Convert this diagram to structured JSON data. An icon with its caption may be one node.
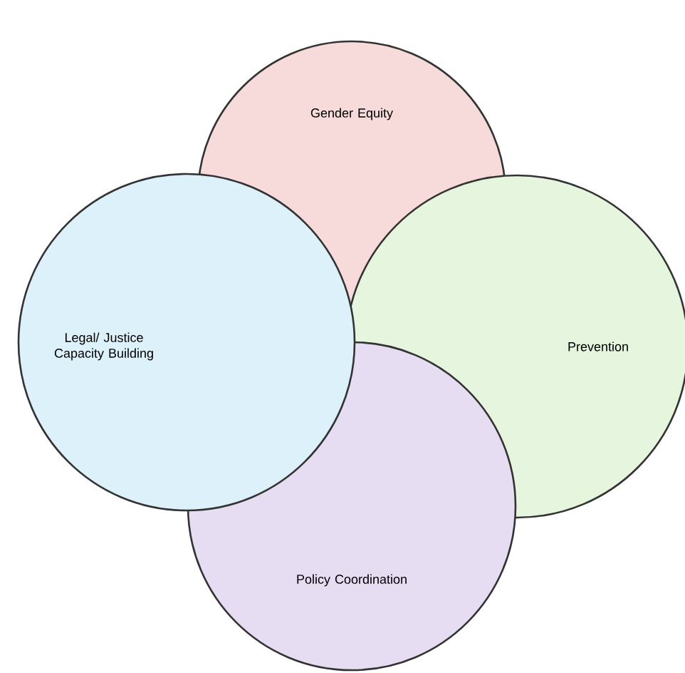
{
  "diagram": {
    "nodes": [
      {
        "text": [
          "Gender Equity"
        ]
      },
      {
        "text": [
          "Legal/ Justice Capacity Building"
        ]
      },
      {
        "text": [
          "Prevention"
        ]
      },
      {
        "text": [
          "Policy Coordination"
        ]
      }
    ]
  }
}
